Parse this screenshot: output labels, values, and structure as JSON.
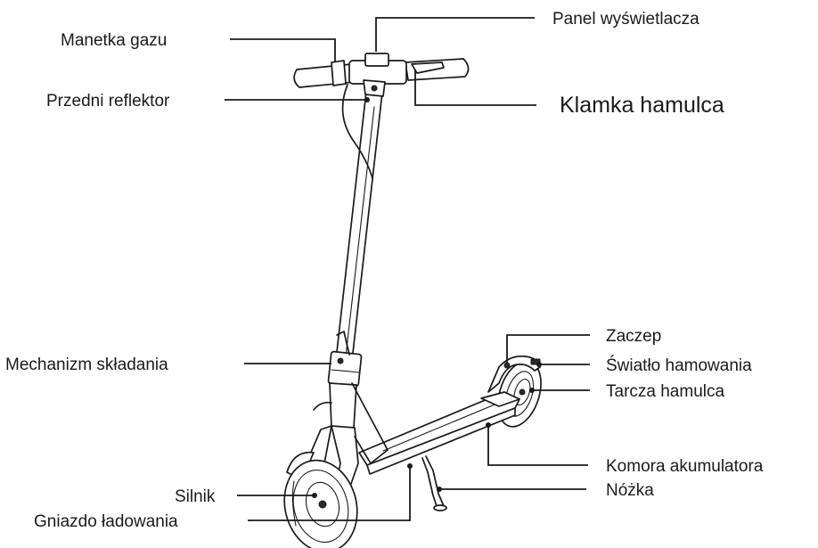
{
  "labels": {
    "throttle": "Manetka gazu",
    "display": "Panel wyświetlacza",
    "headlight": "Przedni reflektor",
    "brake_lever": "Klamka hamulca",
    "folding": "Mechanizm składania",
    "hook": "Zaczep",
    "brake_light": "Światło hamowania",
    "brake_disc": "Tarcza hamulca",
    "battery": "Komora akumulatora",
    "kickstand": "Nóżka",
    "motor": "Silnik",
    "charging": "Gniazdo ładowania"
  },
  "icons": [
    "electric-scooter-illustration"
  ],
  "colors": {
    "ink": "#1a1a1a",
    "background": "#ffffff"
  }
}
